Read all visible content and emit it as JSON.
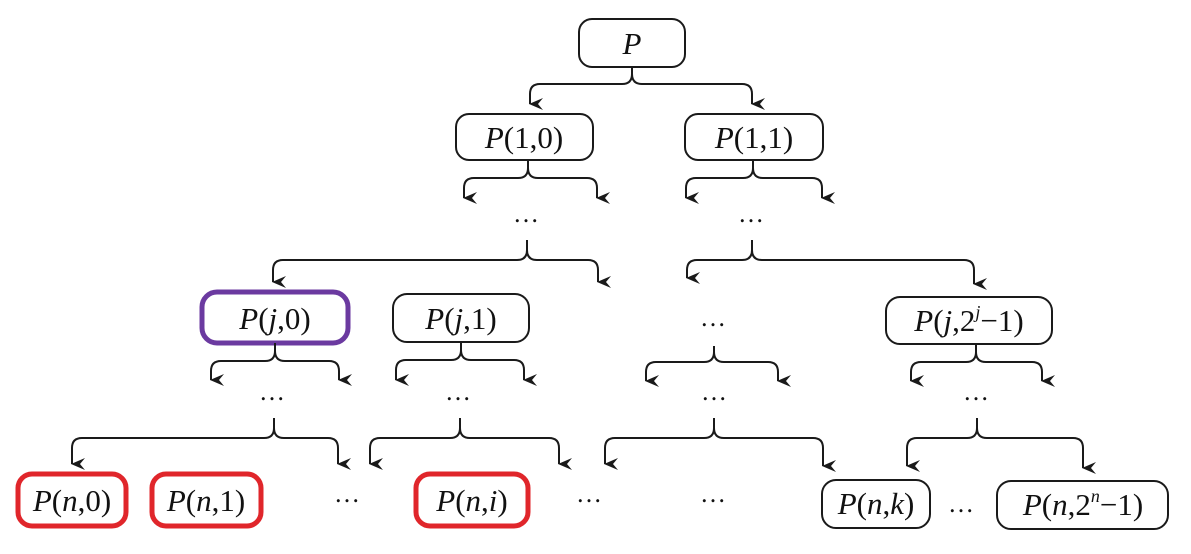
{
  "colors": {
    "line": "#1a1a1a",
    "highlight_red": "#e0262b",
    "highlight_purple": "#6b3aa0"
  },
  "nodes": {
    "root": {
      "name": "P"
    },
    "p10": {
      "name": "P",
      "args": "(1,0)"
    },
    "p11": {
      "name": "P",
      "args": "(1,1)"
    },
    "pj0": {
      "name": "P",
      "open": "(",
      "j": "j",
      "rest": ",0)"
    },
    "pj1": {
      "name": "P",
      "open": "(",
      "j": "j",
      "rest": ",1)"
    },
    "pj2": {
      "name": "P",
      "open": "(",
      "j": "j",
      "mid": ",2",
      "sup": "j",
      "rest": "−1)"
    },
    "pn0": {
      "name": "P",
      "open": "(",
      "n": "n",
      "rest": ",0)"
    },
    "pn1": {
      "name": "P",
      "open": "(",
      "n": "n",
      "rest": ",1)"
    },
    "pni": {
      "name": "P",
      "open": "(",
      "n": "n",
      "comma": ",",
      "i": "i",
      "close": ")"
    },
    "pnk": {
      "name": "P",
      "open": "(",
      "n": "n",
      "comma": ",",
      "k": "k",
      "close": ")"
    },
    "pn2": {
      "name": "P",
      "open": "(",
      "n": "n",
      "mid": ",2",
      "sup": "n",
      "rest": "−1)"
    }
  },
  "ellipsis": "…"
}
